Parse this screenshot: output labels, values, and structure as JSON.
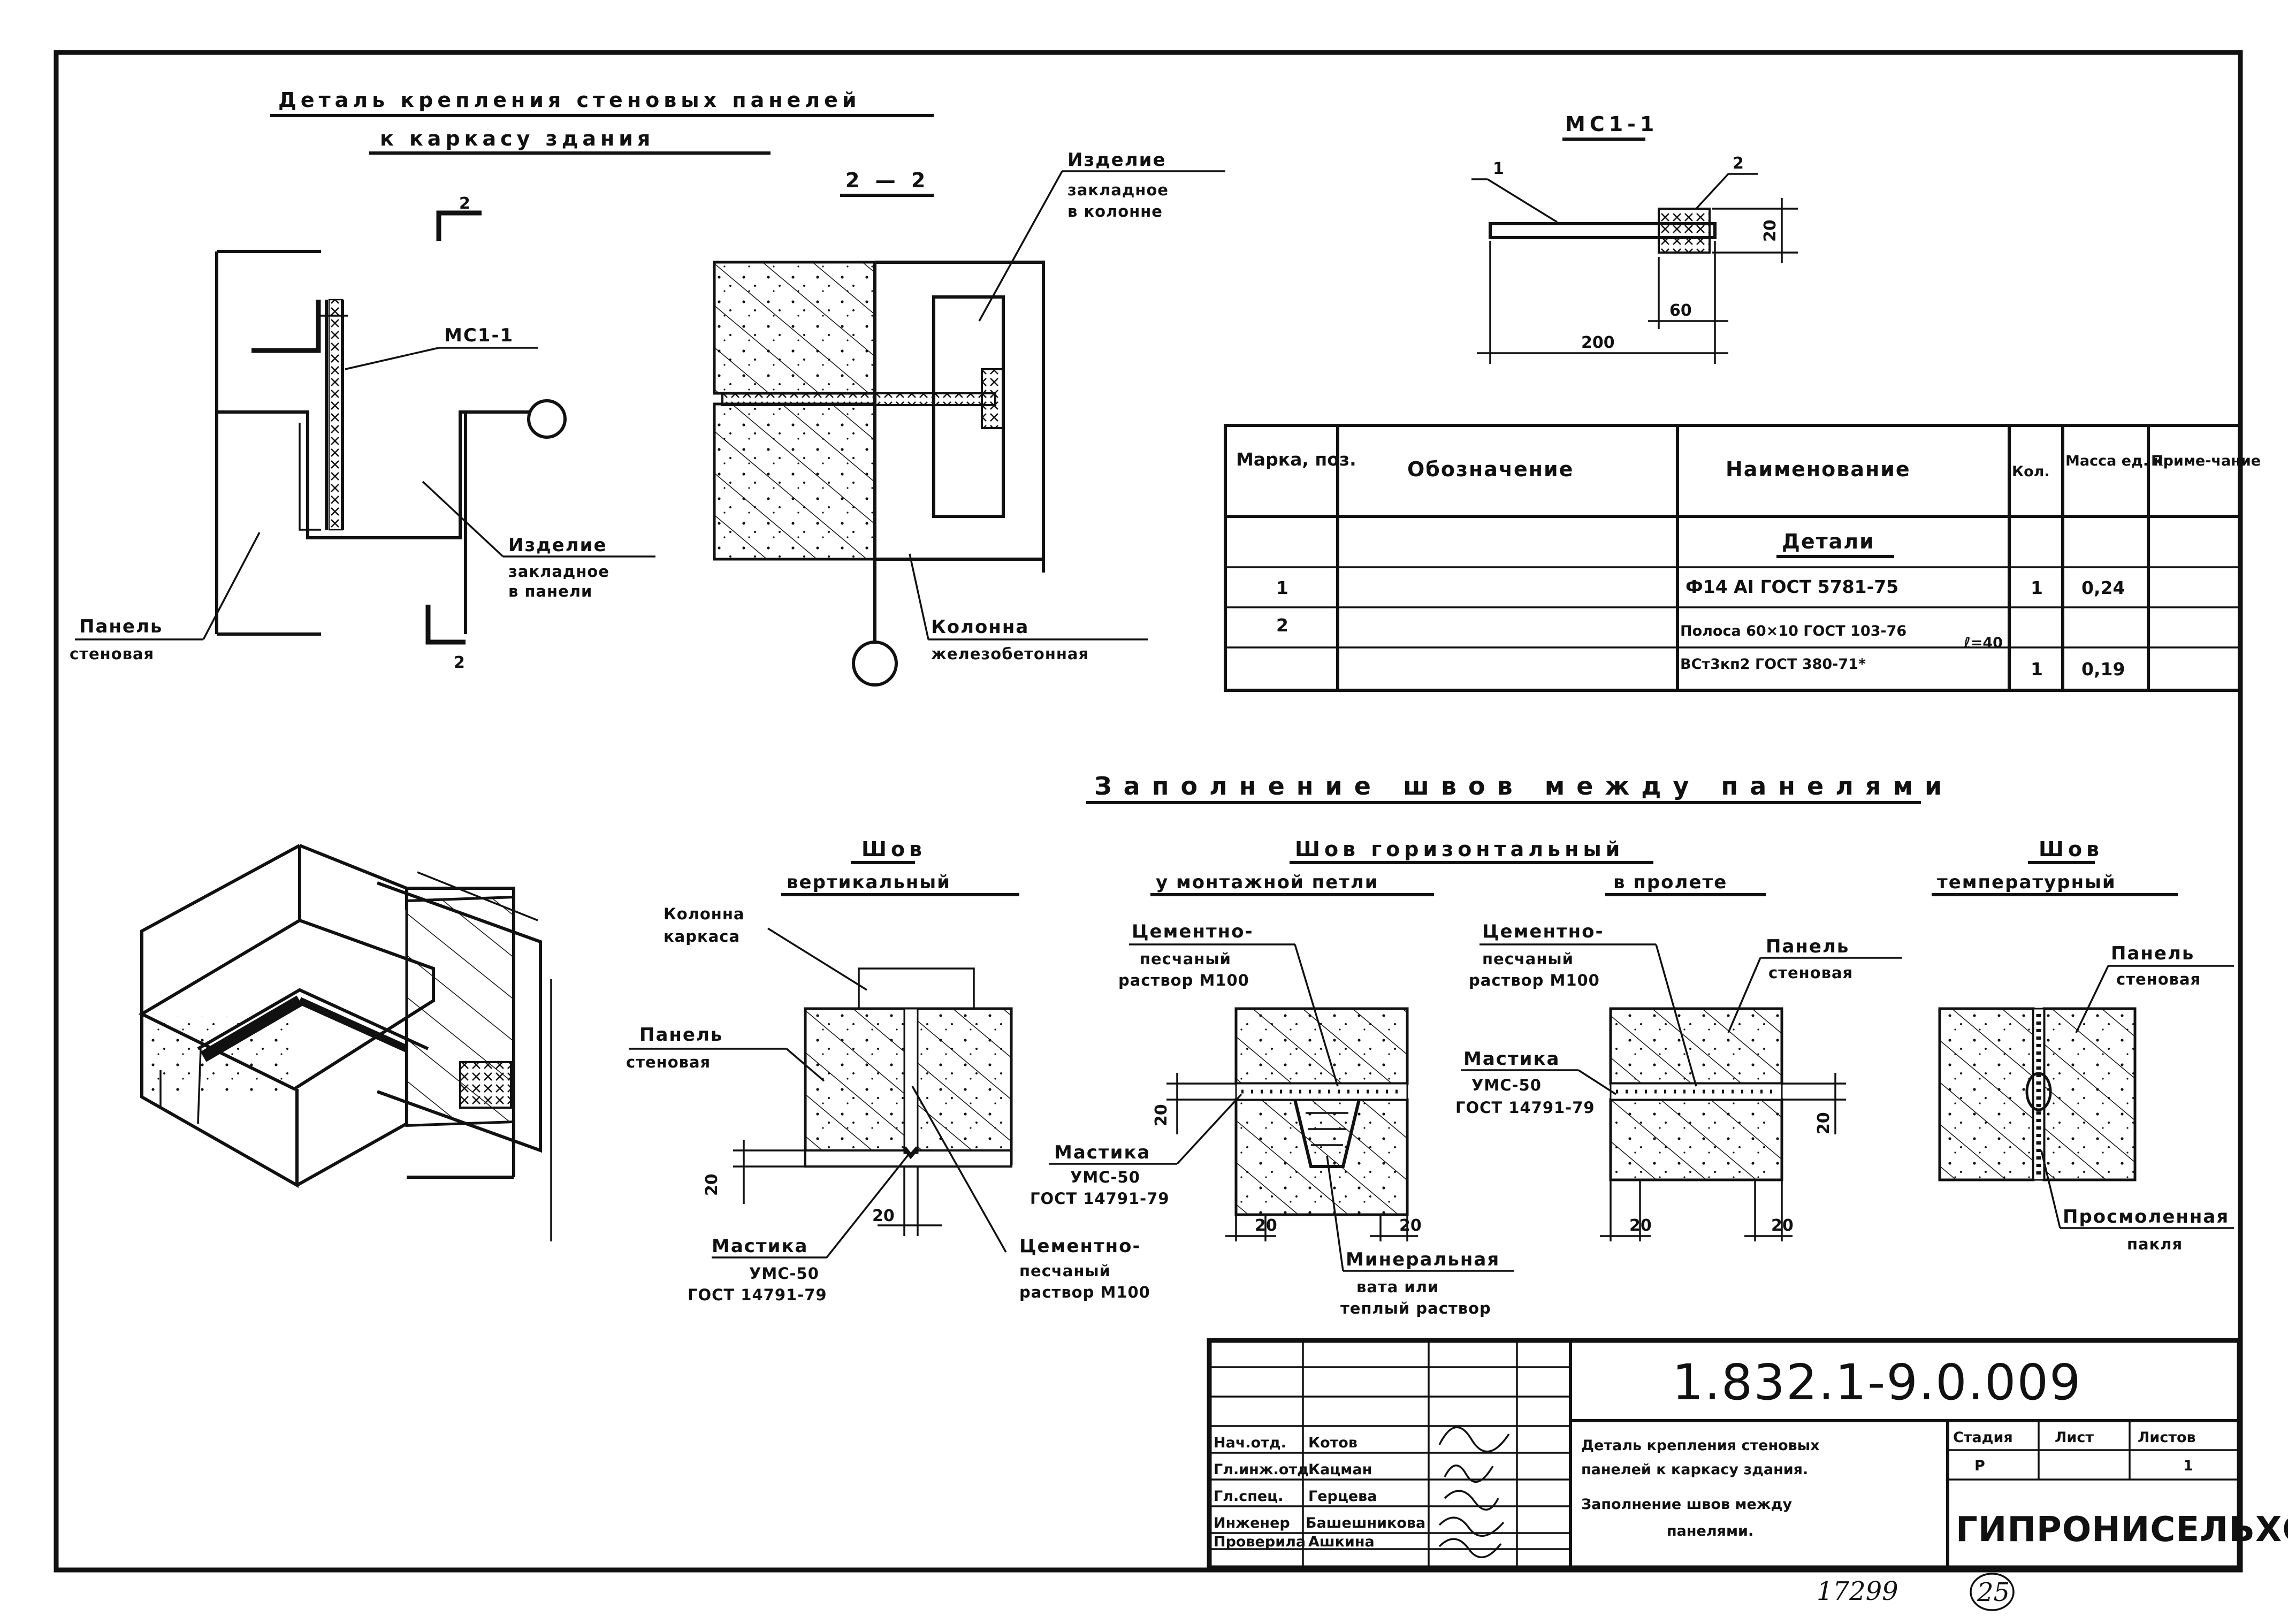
{
  "titles": {
    "main_line1": "Деталь крепления стеновых панелей",
    "main_line2": "к каркасу здания",
    "section_2_2": "2 — 2",
    "mc11": "МС1-1",
    "joints": "Заполнение швов между панелями",
    "vertical_line1": "Шов",
    "vertical_line2": "вертикальный",
    "horizontal": "Шов горизонтальный",
    "horizontal_loop": "у монтажной петли",
    "horizontal_span": "в пролете",
    "thermal_line1": "Шов",
    "thermal_line2": "температурный"
  },
  "cut_marks": {
    "top": "2",
    "bottom": "2"
  },
  "detail_labels": {
    "mc11": "МС1-1",
    "embedded_panel": [
      "Изделие",
      "закладное",
      "в панели"
    ],
    "wall_panel": [
      "Панель",
      "стеновая"
    ],
    "embedded_column": [
      "Изделие",
      "закладное",
      "в колонне"
    ],
    "column": [
      "Колонна",
      "железобетонная"
    ]
  },
  "mc_drawing": {
    "pos1": "1",
    "pos2": "2",
    "dim_200": "200",
    "dim_60": "60",
    "dim_20": "20"
  },
  "table": {
    "headers": [
      "Марка, поз.",
      "Обозначение",
      "Наименование",
      "Кол.",
      "Масса ед. кг",
      "Приме-чание"
    ],
    "section": "Детали",
    "rows": [
      {
        "mark": "1",
        "designation": "",
        "name": "Ф14 АI ГОСТ 5781-75",
        "qty": "1",
        "mass": "0,24",
        "note": ""
      },
      {
        "mark": "2",
        "designation": "",
        "name_line1": "Полоса 60×10 ГОСТ 103-76",
        "name_line2": "ВСт3кп2 ГОСТ 380-71*",
        "length_note": "ℓ=40",
        "qty": "1",
        "mass": "0,19",
        "note": ""
      }
    ]
  },
  "joint_labels": {
    "frame_column": [
      "Колонна",
      "каркаса"
    ],
    "wall_panel": [
      "Панель",
      "стеновая"
    ],
    "mastic_v": [
      "Мастика",
      "УМС-50",
      "ГОСТ 14791-79"
    ],
    "cement_v": [
      "Цементно-",
      "песчаный",
      "раствор М100"
    ],
    "cement_loop": [
      "Цементно-",
      "песчаный",
      "раствор М100"
    ],
    "mastic_loop": [
      "Мастика",
      "УМС-50",
      "ГОСТ 14791-79"
    ],
    "mineral": [
      "Минеральная",
      "вата или",
      "теплый раствор"
    ],
    "cement_span": [
      "Цементно-",
      "песчаный",
      "раствор М100"
    ],
    "panel_span": [
      "Панель",
      "стеновая"
    ],
    "mastic_span": [
      "Мастика",
      "УМС-50",
      "ГОСТ 14791-79"
    ],
    "panel_thermal": [
      "Панель",
      "стеновая"
    ],
    "tow": [
      "Просмоленная",
      "пакля"
    ]
  },
  "dims": {
    "d20": "20"
  },
  "title_block": {
    "code": "1.832.1-9.0.009",
    "description": [
      "Деталь крепления стеновых",
      "панелей к каркасу здания.",
      "Заполнение швов между",
      "панелями."
    ],
    "stage_header": "Стадия",
    "sheet_header": "Лист",
    "sheets_header": "Листов",
    "stage": "Р",
    "sheets": "1",
    "org": "ГИПРОНИСЕЛЬХОЗ",
    "staff": [
      {
        "role": "Нач.отд.",
        "name": "Котов"
      },
      {
        "role": "Гл.инж.отд.",
        "name": "Кацман"
      },
      {
        "role": "Гл.спец.",
        "name": "Герцева"
      },
      {
        "role": "Инженер",
        "name": "Башешникова"
      },
      {
        "role": "Проверила",
        "name": "Ашкина"
      }
    ]
  },
  "footer": {
    "number": "17299",
    "page": "25"
  }
}
